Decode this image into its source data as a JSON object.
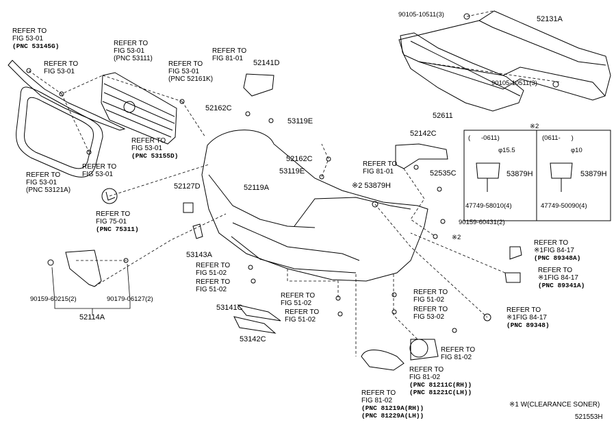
{
  "figure_id": "521553H",
  "note_clearance": "※1 W(CLEARANCE SONER)",
  "parts": {
    "p52131A": "52131A",
    "p52611": "52611",
    "p52141D": "52141D",
    "p52162C_a": "52162C",
    "p53119E_a": "53119E",
    "p52162C_b": "52162C",
    "p53119E_b": "53119E",
    "p52142C": "52142C",
    "p52535C": "52535C",
    "p53879H_main": "※2 53879H",
    "p52127D": "52127D",
    "p52119A": "52119A",
    "p53143A": "53143A",
    "p53141C": "53141C",
    "p53142C": "53142C",
    "p52114A": "52114A",
    "p53879H_box1": "53879H",
    "p53879H_box2": "53879H"
  },
  "small": {
    "bolt_top": "90105-10511(3)",
    "bolt_mid": "90105-10511(3)",
    "clip_60431": "90159-60431(2)",
    "clip_60215": "90159-60215(2)",
    "clip_06127": "90179-06127(2)",
    "box1_pn": "47749-58010(4)",
    "box2_pn": "47749-50090(4)",
    "box1_title": "(      -0611)",
    "box2_title": "(0611-      )",
    "box1_dim": "φ15.5",
    "box2_dim": "φ10",
    "box_mark": "※2",
    "mark2": "※2"
  },
  "refs": {
    "r53145G_t": "REFER TO\nFIG 53-01",
    "r53145G_b": "(PNC 53145G)",
    "r5301_a": "REFER TO\nFIG 53-01",
    "r53111": "REFER TO\nFIG 53-01\n(PNC 53111)",
    "r52161K": "REFER TO\nFIG 53-01\n(PNC 52161K)",
    "r8101_a": "REFER TO\nFIG 81-01",
    "r53155D_t": "REFER TO\nFIG 53-01",
    "r53155D_b": "(PNC 53155D)",
    "r5301_b": "REFER TO\nFIG 53-01",
    "r53121A": "REFER TO\nFIG 53-01\n(PNC 53121A)",
    "r75311_t": "REFER TO\nFIG 75-01",
    "r75311_b": "(PNC 75311)",
    "r8101_b": "REFER TO\nFIG 81-01",
    "r5102_a": "REFER TO\nFIG 51-02",
    "r5102_b": "REFER TO\nFIG 51-02",
    "r5102_c": "REFER TO\nFIG 51-02",
    "r5102_d": "REFER TO\nFIG 51-02",
    "r5102_e": "REFER TO\nFIG 51-02",
    "r5302": "REFER TO\nFIG 53-02",
    "r89348A_t": "REFER TO\n※1FIG 84-17",
    "r89348A_b": "(PNC 89348A)",
    "r89341A_t": "REFER TO\n※1FIG 84-17",
    "r89341A_b": "(PNC 89341A)",
    "r89348_t": "REFER TO\n※1FIG 84-17",
    "r89348_b": "(PNC 89348)",
    "r8102_a": "REFER TO\nFIG 81-02",
    "r81211C_t": "REFER TO\nFIG 81-02",
    "r81211C_b": "(PNC 81211C(RH))\n(PNC 81221C(LH))",
    "r81219A_t": "REFER TO\nFIG 81-02",
    "r81219A_b": "(PNC 81219A(RH))\n(PNC 81229A(LH))"
  }
}
